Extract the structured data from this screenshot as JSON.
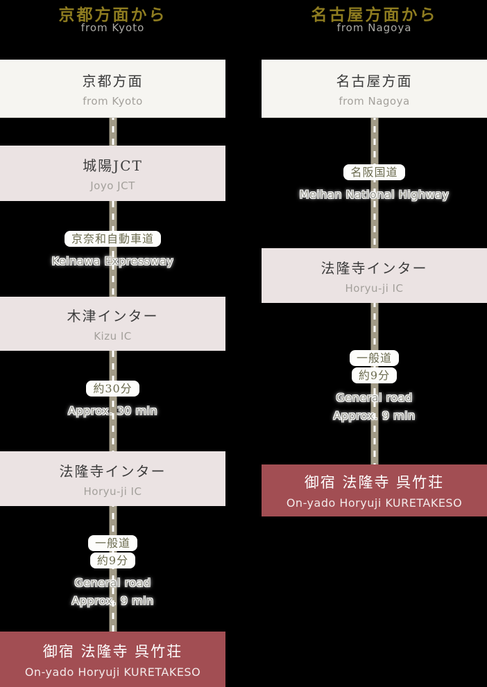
{
  "colors": {
    "background": "#000000",
    "heading_gold": "#8e7c20",
    "start_box_bg": "#f6f5f1",
    "stop_box_bg": "#ebe3e3",
    "destination_bg": "#a24e53",
    "road_line": "#a29b87",
    "pill_text": "#6b6b4f",
    "muted_text": "#98988f"
  },
  "columns": [
    {
      "header": {
        "jp": "京都方面から",
        "en": "from Kyoto"
      },
      "start": {
        "jp": "京都方面",
        "en": "from Kyoto"
      },
      "stops": [
        {
          "jp": "城陽JCT",
          "en": "Joyo JCT"
        },
        {
          "jp": "木津インター",
          "en": "Kizu IC"
        },
        {
          "jp": "法隆寺インター",
          "en": "Horyu-ji IC"
        }
      ],
      "roads": [
        {
          "jp_lines": [
            "京奈和自動車道"
          ],
          "en_lines": [
            "Keinawa Expressway"
          ]
        },
        {
          "jp_lines": [
            "約30分"
          ],
          "en_lines": [
            "Approx. 30 min"
          ]
        },
        {
          "jp_lines": [
            "一般道",
            "約9分"
          ],
          "en_lines": [
            "General road",
            "Approx. 9 min"
          ]
        }
      ],
      "destination": {
        "jp": "御宿 法隆寺 呉竹荘",
        "en": "On-yado Horyuji KURETAKESO"
      }
    },
    {
      "header": {
        "jp": "名古屋方面から",
        "en": "from Nagoya"
      },
      "start": {
        "jp": "名古屋方面",
        "en": "from Nagoya"
      },
      "stops": [
        {
          "jp": "法隆寺インター",
          "en": "Horyu-ji IC"
        }
      ],
      "roads": [
        {
          "jp_lines": [
            "名阪国道"
          ],
          "en_lines": [
            "Meihan National Highway"
          ]
        },
        {
          "jp_lines": [
            "一般道",
            "約9分"
          ],
          "en_lines": [
            "General road",
            "Approx. 9 min"
          ]
        }
      ],
      "destination": {
        "jp": "御宿 法隆寺 呉竹荘",
        "en": "On-yado Horyuji KURETAKESO"
      }
    }
  ]
}
